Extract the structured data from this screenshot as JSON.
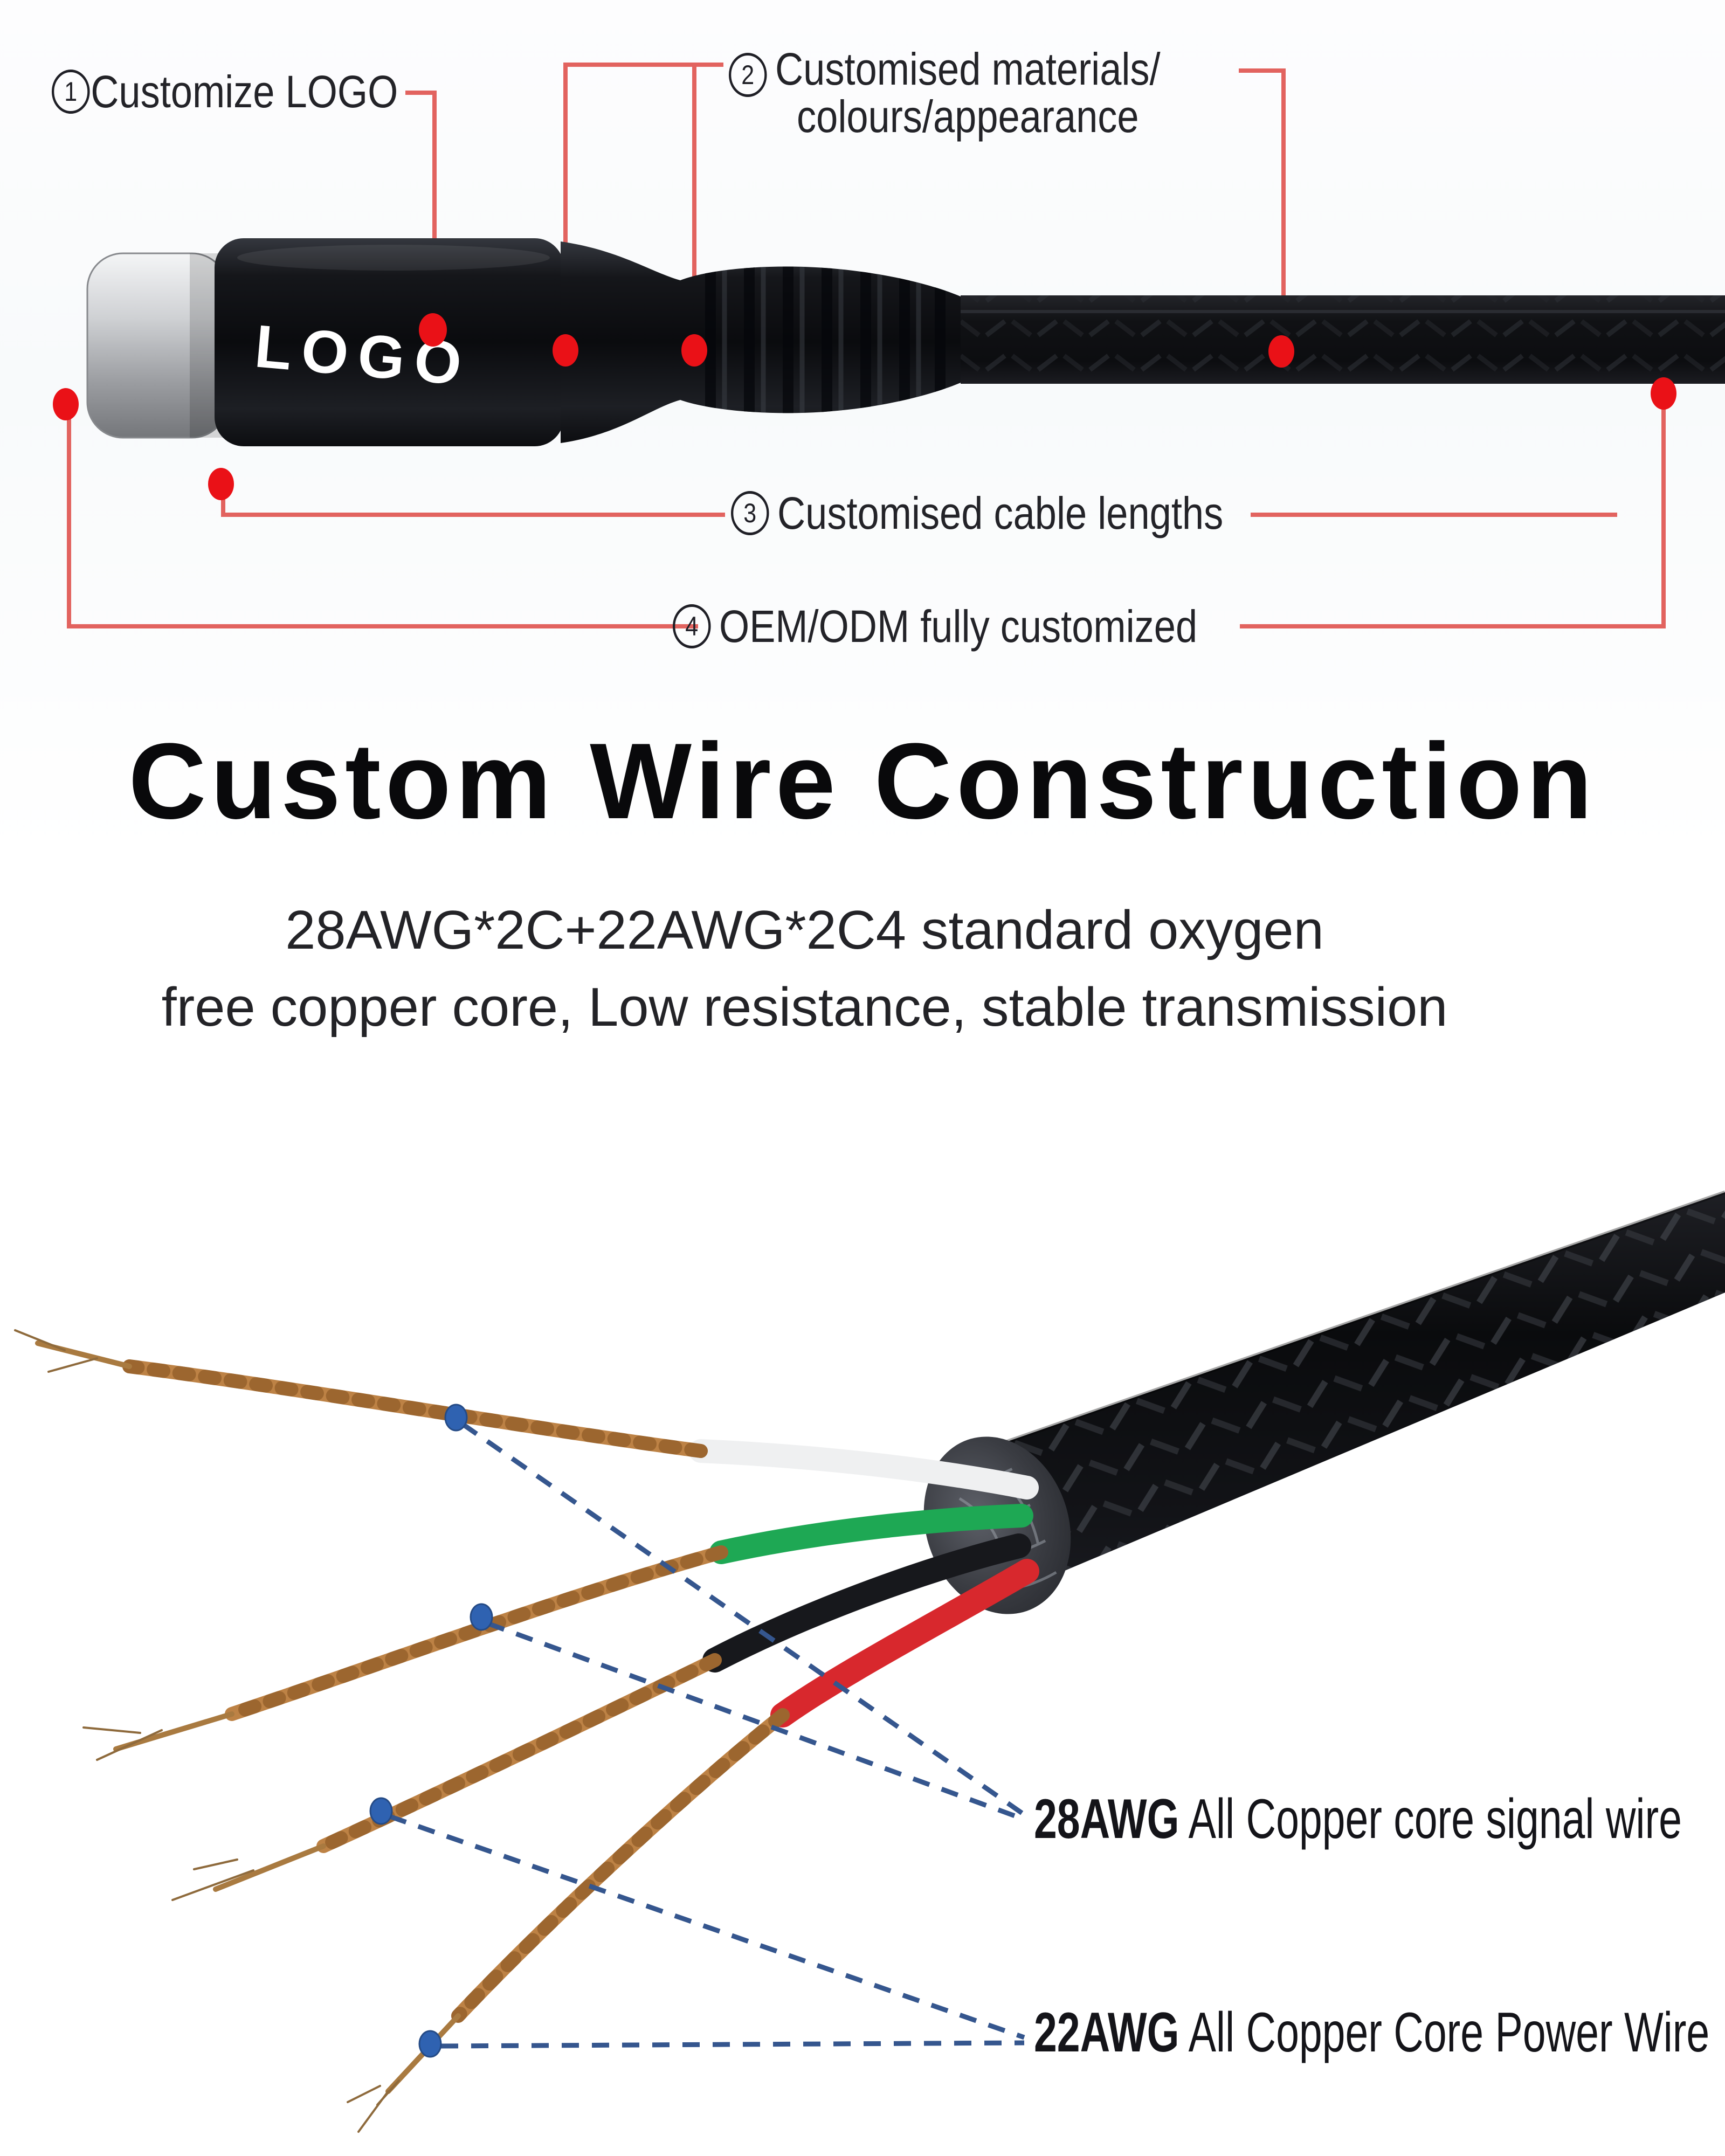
{
  "callouts": {
    "item1": {
      "number": "1",
      "label": "Customize LOGO"
    },
    "item2": {
      "number": "2",
      "label_line1": "Customised materials/",
      "label_line2": "colours/appearance"
    },
    "item3": {
      "number": "3",
      "label": "Customised cable lengths"
    },
    "item4": {
      "number": "4",
      "label": "OEM/ODM fully customized"
    }
  },
  "connector": {
    "logo_text": "LOGO"
  },
  "heading": {
    "title": "Custom Wire Construction"
  },
  "subtitle": {
    "line1": "28AWG*2C+22AWG*2C4 standard oxygen",
    "line2": "free copper core, Low resistance, stable transmission"
  },
  "wire_labels": {
    "signal": {
      "gauge": "28AWG",
      "desc": " All Copper core signal wire"
    },
    "power": {
      "gauge": "22AWG",
      "desc": " All Copper Core Power Wire"
    }
  },
  "colors": {
    "marker_red": "#ea1117",
    "callout_line_red": "#e2635f",
    "marker_blue": "#2f62b1",
    "dashed_line_blue": "#35568e",
    "copper": "#bd8245",
    "wire_white": "#eff0f1",
    "wire_green": "#1ea854",
    "wire_black": "#17181c",
    "wire_red": "#d8282d",
    "text_dark": "#232328"
  }
}
